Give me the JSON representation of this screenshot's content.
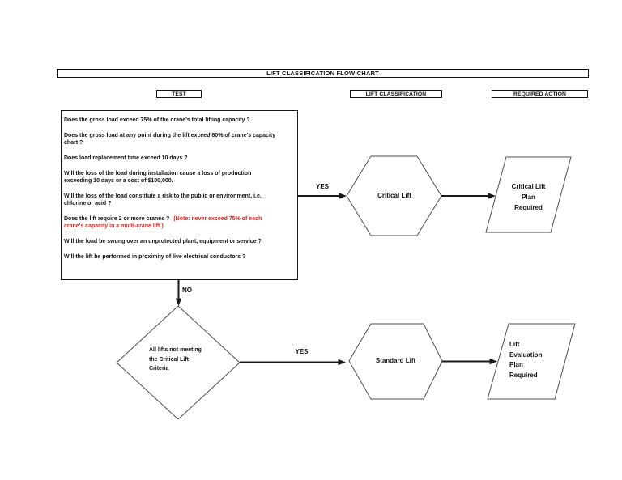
{
  "page": {
    "background": "#ffffff"
  },
  "title": "LIFT CLASSIFICATION FLOW CHART",
  "column_headers": {
    "test": "TEST",
    "lift_classification": "LIFT CLASSIFICATION",
    "required_action": "REQUIRED ACTION"
  },
  "criteria": {
    "q1": "Does the gross load exceed 75% of the crane's total lifting capacity ?",
    "q2": "Does the gross load at any point during the lift exceed 80% of crane's capacity\nchart ?",
    "q3": "Does load replacement time exceed 10 days ?",
    "q4": "Will the loss of the load during installation cause a loss of production\nexceeding 10 days or a cost of $100,000.",
    "q5": "Will the loss of the load constitute a risk to the public or environment, i.e.\nchlorine or acid ?",
    "q6_main": "Does the lift require 2 or more cranes ?",
    "q6_note": "(Note: never exceed 75% of each\ncrane's capacity in a multi-crane lift.)",
    "q7": "Will the load be swung over an unprotected plant, equipment or service ?",
    "q8": "Will the lift be performed in proximity of live electrical conductors ?"
  },
  "flow": {
    "yes_top_label": "YES",
    "no_label": "NO",
    "yes_bottom_label": "YES",
    "critical_lift_label": "Critical Lift",
    "critical_lift_plan_label": "Critical Lift\nPlan\nRequired",
    "fallthrough_label": "All lifts not meeting\nthe Critical Lift\nCriteria",
    "standard_lift_label": "Standard Lift",
    "lift_evaluation_plan_label": "Lift\nEvaluation\nPlan\nRequired"
  },
  "colors": {
    "note_red": "#e8231e",
    "ink": "#111111",
    "shape_outline": "#4d4d4d",
    "arrow": "#1a1a1a"
  }
}
